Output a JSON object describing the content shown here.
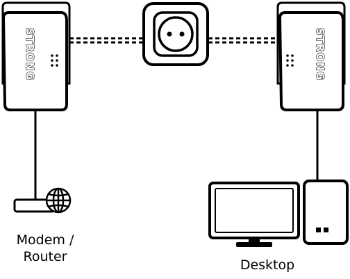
{
  "brand": "STRONG",
  "labels": {
    "modem_line1": "Modem /",
    "modem_line2": "Router",
    "desktop": "Desktop"
  },
  "icons": {
    "wall_socket": "wall-socket-icon",
    "adapter": "powerline-adapter-icon",
    "modem": "modem-icon",
    "globe": "globe-icon",
    "monitor": "monitor-icon",
    "tower": "pc-tower-icon"
  },
  "colors": {
    "stroke": "#000000",
    "background": "#ffffff",
    "brand_text": "#ffffff"
  }
}
